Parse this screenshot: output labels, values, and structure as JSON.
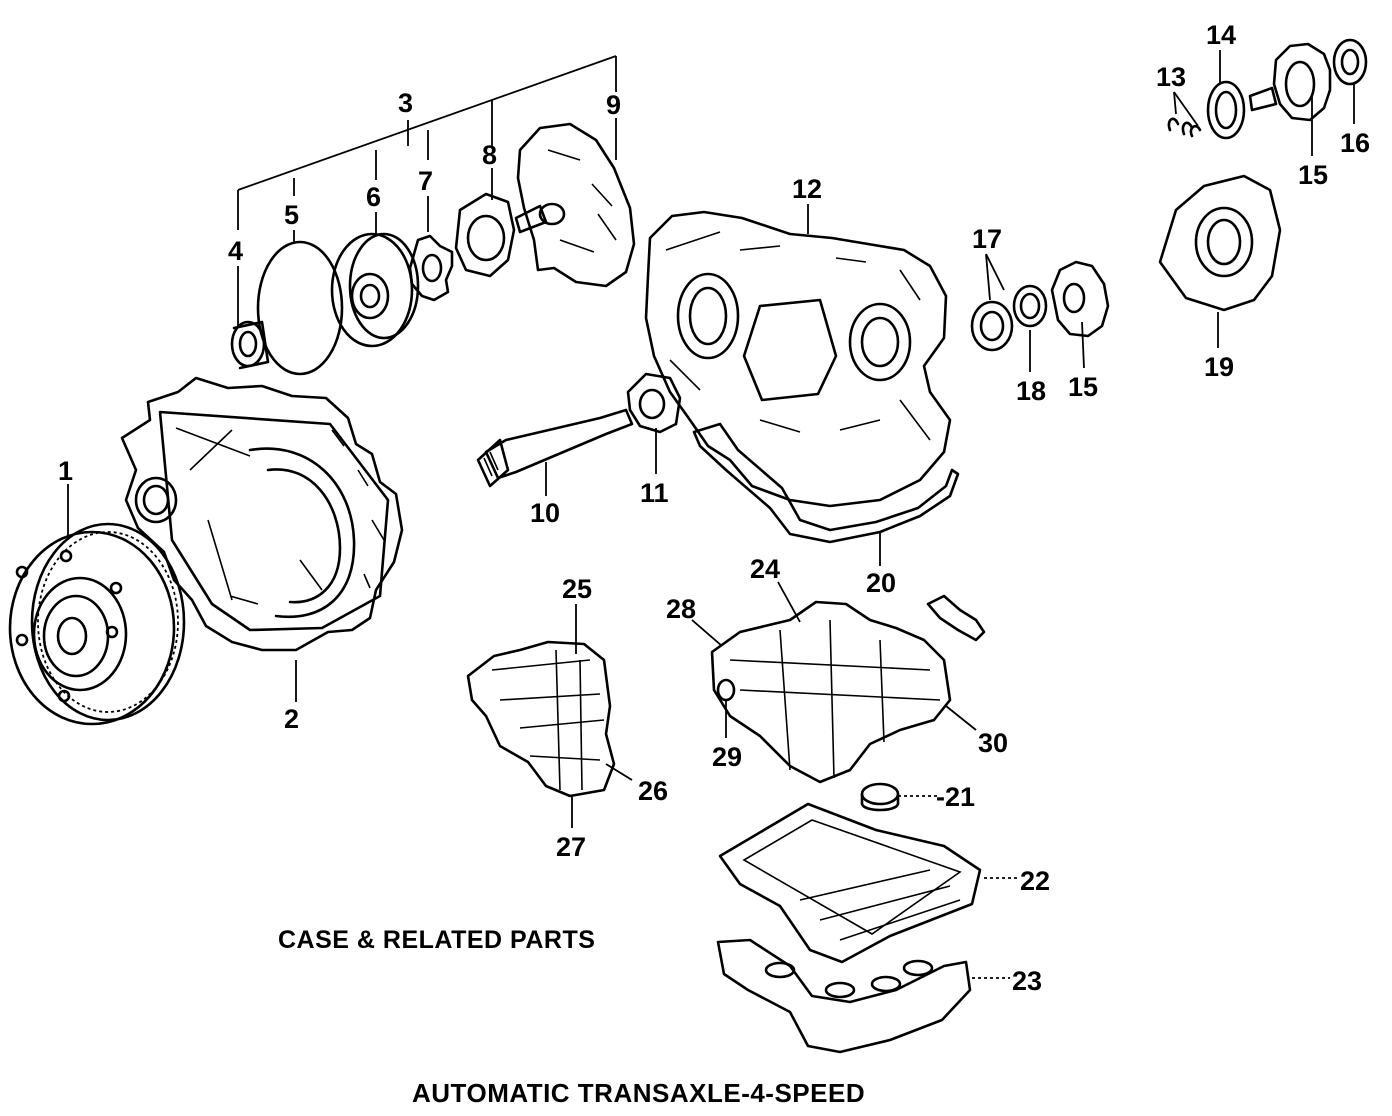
{
  "captions": {
    "section": "CASE & RELATED PARTS",
    "title": "AUTOMATIC TRANSAXLE-4-SPEED"
  },
  "callouts": {
    "c1": "1",
    "c2": "2",
    "c3": "3",
    "c4": "4",
    "c5": "5",
    "c6": "6",
    "c7": "7",
    "c8": "8",
    "c9": "9",
    "c10": "10",
    "c11": "11",
    "c12": "12",
    "c13": "13",
    "c14": "14",
    "c15a": "15",
    "c15b": "15",
    "c16": "16",
    "c17": "17",
    "c18": "18",
    "c19": "19",
    "c20": "20",
    "c21": "-21",
    "c22": "22",
    "c23": "23",
    "c24": "24",
    "c25": "25",
    "c26": "26",
    "c27": "27",
    "c28": "28",
    "c29": "29",
    "c30": "30"
  }
}
